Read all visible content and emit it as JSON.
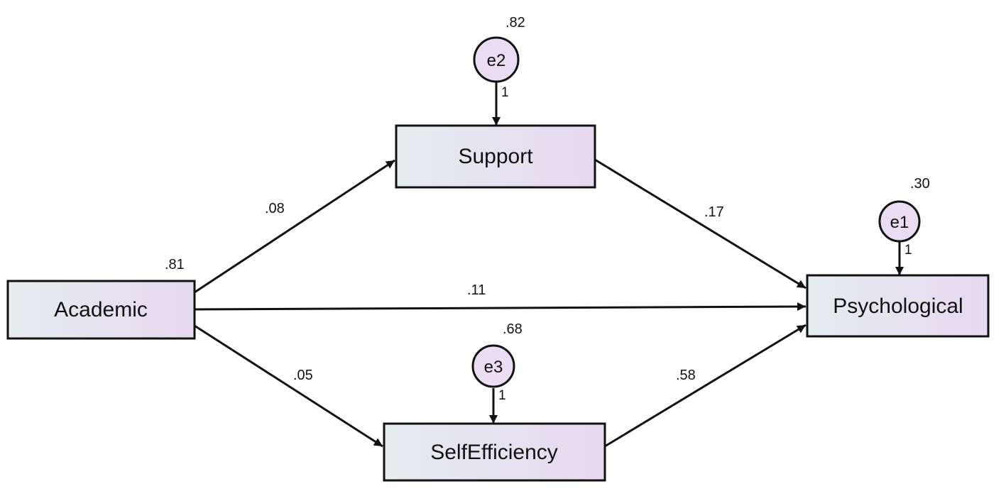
{
  "colors": {
    "box_fill_start": "#e6ecee",
    "box_fill_end": "#e6d9f1",
    "circle_fill": "#eadcf2",
    "stroke": "#111111"
  },
  "nodes": {
    "academic": {
      "label": "Academic",
      "variance": ".81"
    },
    "support": {
      "label": "Support"
    },
    "selfefficiency": {
      "label": "SelfEfficiency"
    },
    "psychological": {
      "label": "Psychological"
    }
  },
  "errors": {
    "e1": {
      "label": "e1",
      "variance": ".30",
      "weight": "1"
    },
    "e2": {
      "label": "e2",
      "variance": ".82",
      "weight": "1"
    },
    "e3": {
      "label": "e3",
      "variance": ".68",
      "weight": "1"
    }
  },
  "paths": {
    "academic_support": ".08",
    "academic_psychological": ".11",
    "academic_selfefficiency": ".05",
    "support_psychological": ".17",
    "selfefficiency_psychological": ".58"
  }
}
